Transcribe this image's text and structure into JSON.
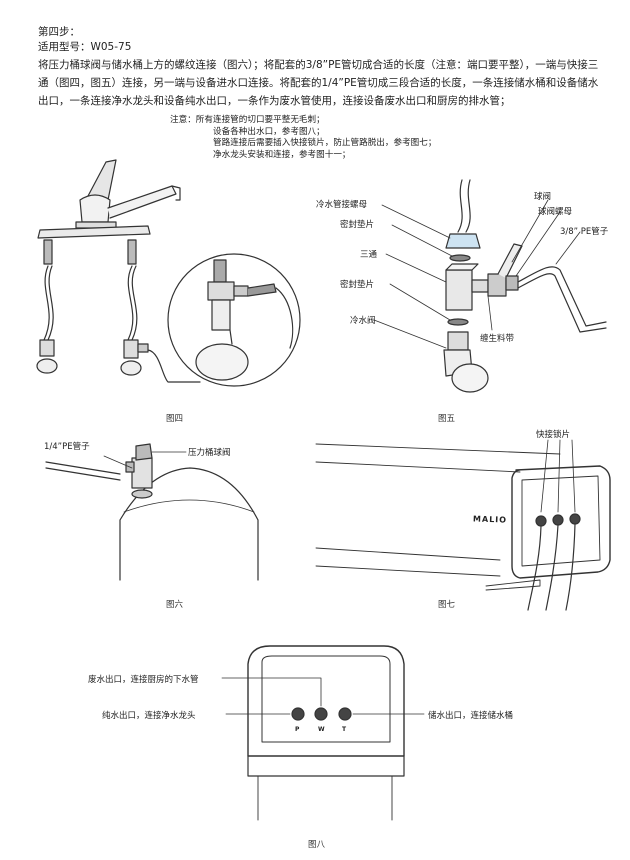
{
  "header": {
    "step": "第四步：",
    "model": "适用型号：W05-75"
  },
  "paragraph": "将压力桶球阀与储水桶上方的螺纹连接（图六）；将配套的3/8”PE管切成合适的长度（注意：端口要平整），一端与快接三通（图四，图五）连接，另一端与设备进水口连接。将配套的1/4”PE管切成三段合适的长度，一条连接储水桶和设备储水出口，一条连接净水龙头和设备纯水出口，一条作为废水管使用，连接设备废水出口和厨房的排水管；",
  "notes": [
    "注意：所有连接管的切口要平整无毛刺；",
    "设备各种出水口，参考图八；",
    "管路连接后需要插入快接锁片，防止管路脱出，参考图七；",
    "净水龙头安装和连接，参考图十一；"
  ],
  "fig5_labels": {
    "nut": "冷水管接螺母",
    "gasket1": "密封垫片",
    "tee": "三通",
    "gasket2": "密封垫片",
    "valve": "冷水阀",
    "ball_valve": "球阀",
    "ball_nut": "球阀螺母",
    "pe_pipe": "3/8” PE管子",
    "tape": "缠生料带"
  },
  "fig6_labels": {
    "pe_pipe": "1/4”PE管子",
    "tank_valve": "压力桶球阀"
  },
  "fig7_labels": {
    "lock_clip": "快接锁片",
    "brand": "MALIO"
  },
  "fig8_labels": {
    "waste": "废水出口，连接厨房的下水管",
    "pure": "纯水出口，连接净水龙头",
    "storage": "储水出口，连接储水桶",
    "port_p": "P",
    "port_w": "W",
    "port_t": "T"
  },
  "captions": {
    "fig4": "图四",
    "fig5": "图五",
    "fig6": "图六",
    "fig7": "图七",
    "fig8": "图八"
  }
}
